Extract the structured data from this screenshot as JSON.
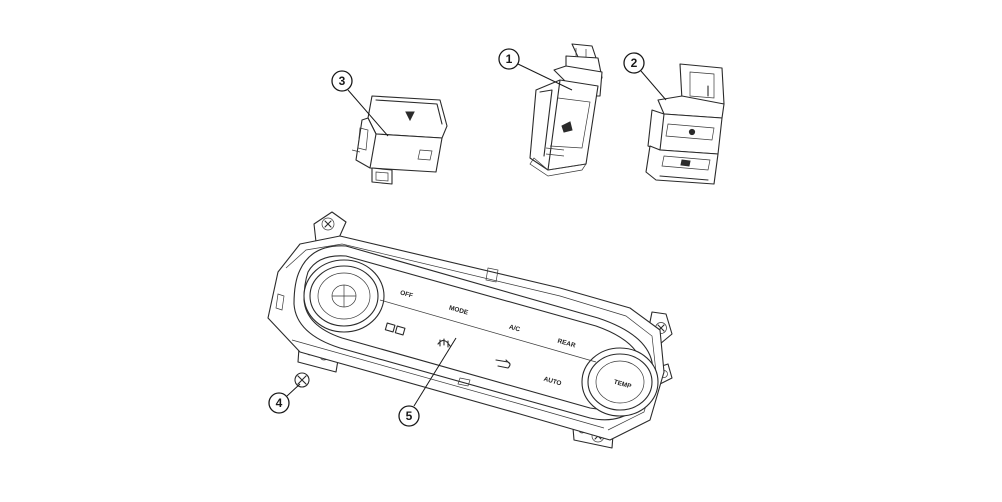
{
  "callouts": [
    {
      "id": "1",
      "label": "1"
    },
    {
      "id": "2",
      "label": "2"
    },
    {
      "id": "3",
      "label": "3"
    },
    {
      "id": "4",
      "label": "4"
    },
    {
      "id": "5",
      "label": "5"
    }
  ],
  "panel_labels": {
    "off": "OFF",
    "mode": "MODE",
    "ac": "A/C",
    "rear": "REAR",
    "auto": "AUTO",
    "temp": "TEMP"
  }
}
